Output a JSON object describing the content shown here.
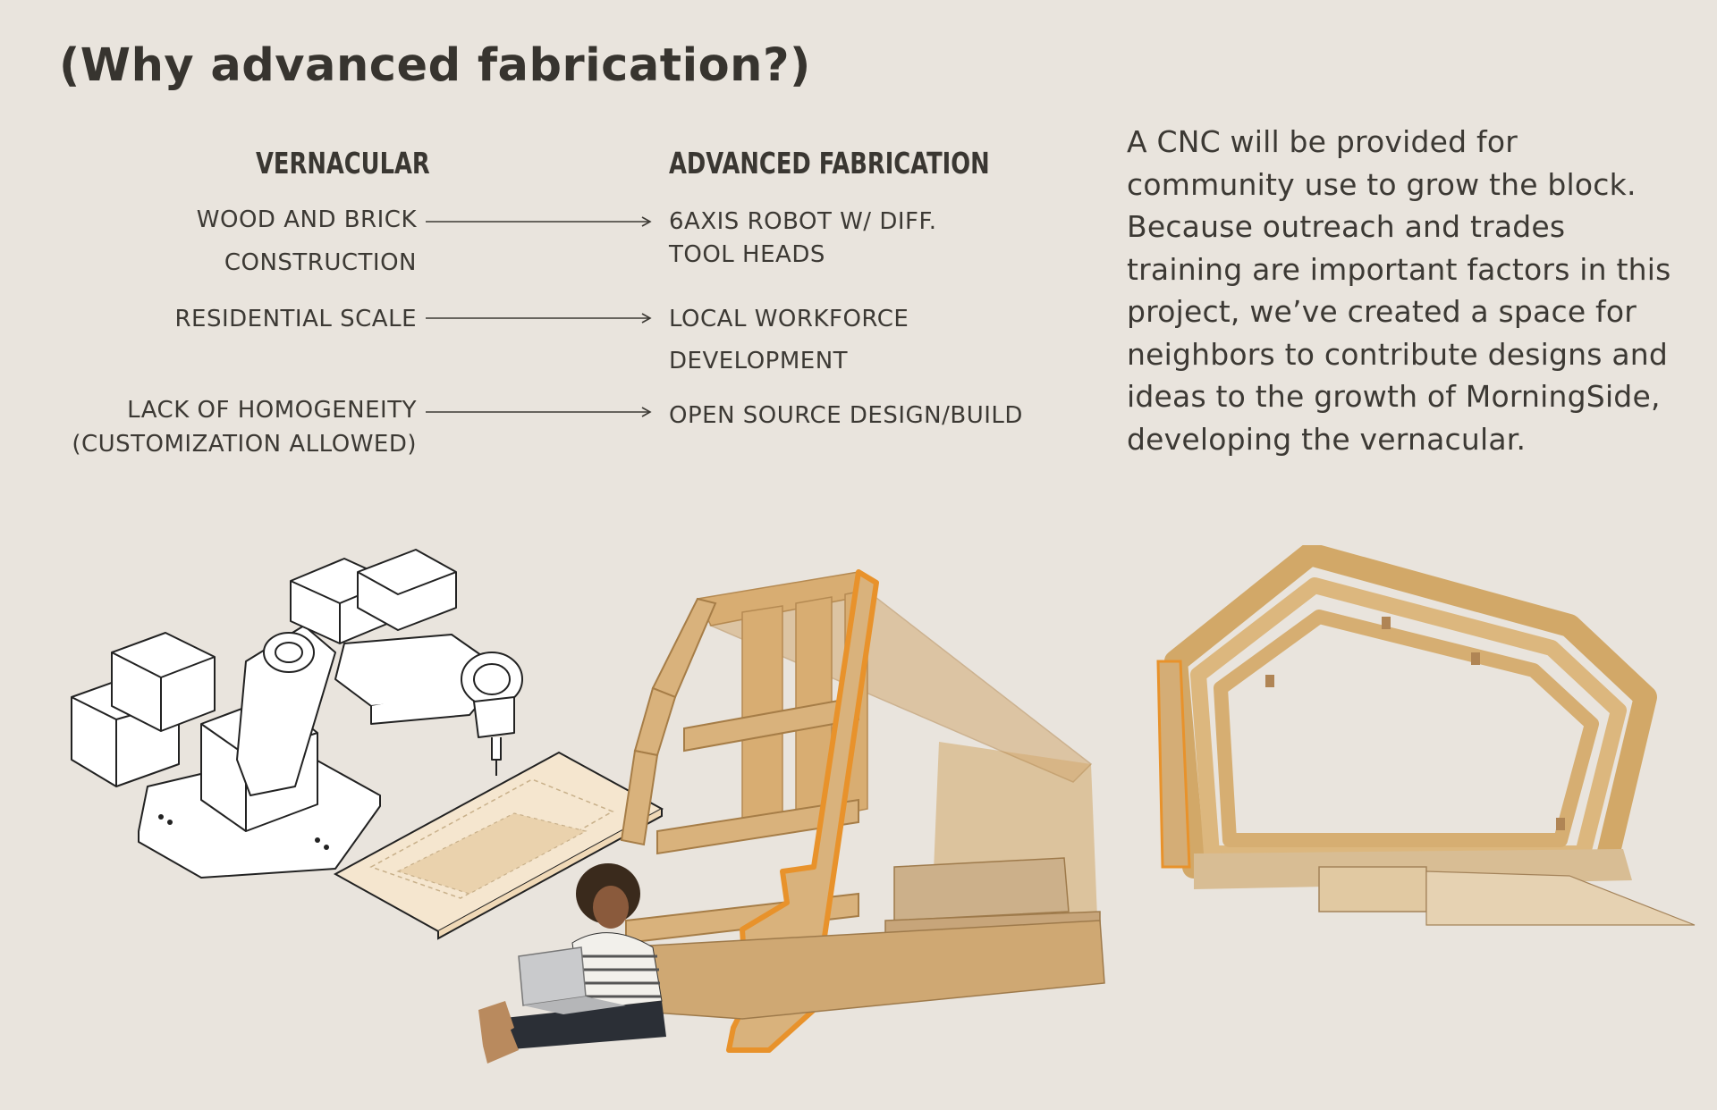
{
  "title": "(Why advanced fabrication?)",
  "columns": {
    "left_heading": "VERNACULAR",
    "right_heading": "ADVANCED FABRICATION"
  },
  "rows": [
    {
      "left": [
        "WOOD AND BRICK",
        "CONSTRUCTION"
      ],
      "right": [
        "6AXIS ROBOT W/ DIFF.",
        "TOOL HEADS"
      ]
    },
    {
      "left": [
        "RESIDENTIAL SCALE"
      ],
      "right": [
        "LOCAL WORKFORCE",
        "DEVELOPMENT"
      ]
    },
    {
      "left": [
        "LACK OF HOMOGENEITY",
        "(CUSTOMIZATION ALLOWED)"
      ],
      "right": [
        "OPEN SOURCE DESIGN/BUILD"
      ]
    }
  ],
  "paragraph": "A CNC will be provided for community use to grow the block. Because outreach and trades training are important factors in this project, we’ve created a space for neighbors to contribute designs and ideas to the growth of MorningSide, developing the vernacular.",
  "colors": {
    "background": "#e9e4dd",
    "text": "#3c3934",
    "plywood": "#d9b27c",
    "plywood_dark": "#b88c55",
    "accent_orange": "#e8922b",
    "sheet_fill": "#f5e6cf"
  }
}
